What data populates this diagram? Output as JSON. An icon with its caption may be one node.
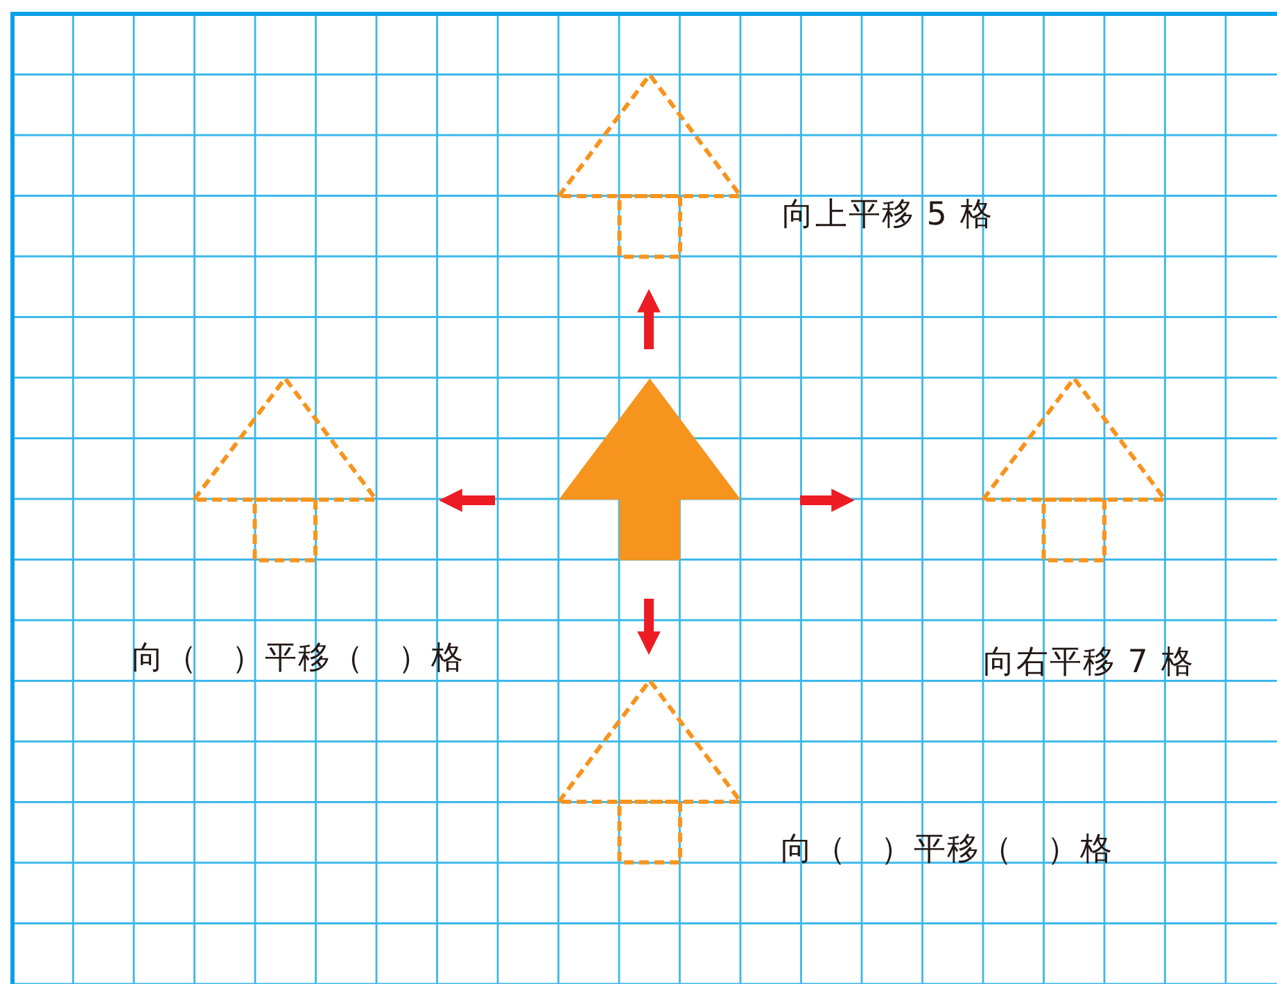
{
  "diagram": {
    "nodes": [
      {
        "text": [],
        "shape": "arrow"
      },
      {
        "text": [],
        "shape": "arrow",
        "beside": [
          "向上平移 5 格"
        ]
      },
      {
        "text": [],
        "shape": "arrow",
        "beside": [
          "向（　）平移（　）格"
        ]
      },
      {
        "text": [],
        "shape": "arrow",
        "beside": [
          "向右平移 7 格"
        ]
      },
      {
        "text": [],
        "shape": "arrow",
        "beside": [
          "向（　）平移（　）格"
        ]
      }
    ]
  }
}
